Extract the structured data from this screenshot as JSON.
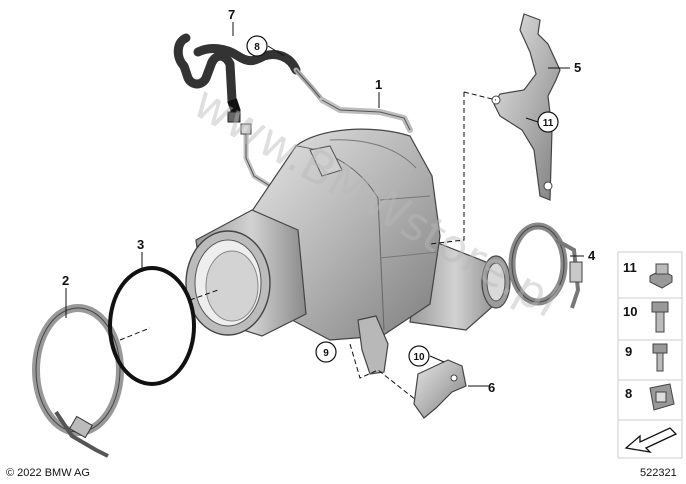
{
  "callouts": {
    "c1": "1",
    "c2": "2",
    "c3": "3",
    "c4": "4",
    "c5": "5",
    "c6": "6",
    "c7": "7",
    "c8": "8",
    "c9": "9",
    "c10": "10",
    "c11": "11"
  },
  "side_panel": [
    {
      "label": "11",
      "icon": "nut-icon"
    },
    {
      "label": "10",
      "icon": "bolt-icon"
    },
    {
      "label": "9",
      "icon": "screw-icon"
    },
    {
      "label": "8",
      "icon": "clip-icon"
    }
  ],
  "watermark": "www.BMWstore.pl",
  "copyright": "© 2022 BMW AG",
  "diagram_number": "522321"
}
